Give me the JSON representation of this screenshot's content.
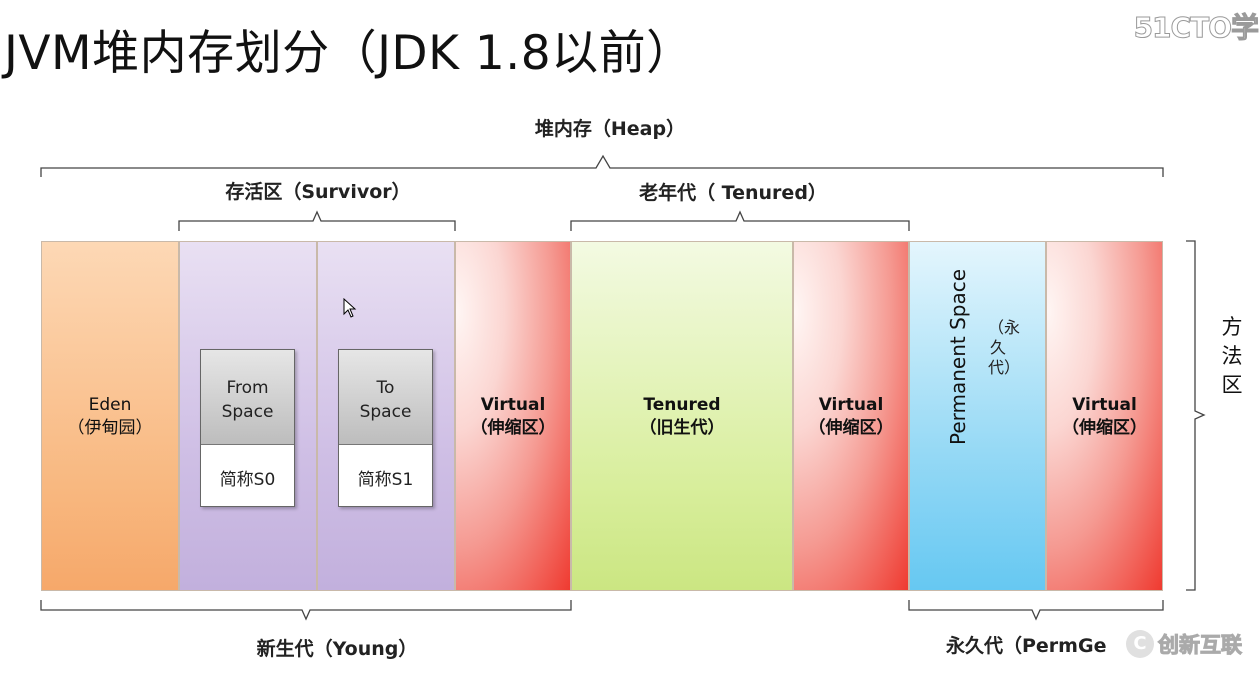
{
  "title": "JVM堆内存划分（JDK 1.8以前）",
  "watermark_top": "51CTO学",
  "labels": {
    "heap": "堆内存（Heap）",
    "survivor": "存活区（Survivor）",
    "old_gen": "老年代（ Tenured）",
    "young": "新生代（Young）",
    "permgen": "永久代（PermGe",
    "method_area": "方法区"
  },
  "columns": {
    "eden": {
      "line1": "Eden",
      "line2": "（伊甸园）"
    },
    "from": {
      "top1": "From",
      "top2": "Space",
      "bottom": "简称S0"
    },
    "to": {
      "top1": "To",
      "top2": "Space",
      "bottom": "简称S1"
    },
    "virtual1": {
      "line1": "Virtual",
      "line2": "（伸缩区）"
    },
    "tenured": {
      "line1": "Tenured",
      "line2": "（旧生代）"
    },
    "virtual2": {
      "line1": "Virtual",
      "line2": "（伸缩区）"
    },
    "perm": {
      "label": "Permanent Space",
      "sub": "（永久代）"
    },
    "virtual3": {
      "line1": "Virtual",
      "line2": "（伸缩区）"
    }
  },
  "watermark_bottom": "创新互联",
  "colors": {
    "eden": "#f8b880",
    "survivor": "#cfbfe5",
    "virtual": "#ef3a30",
    "tenured": "#d8ee9c",
    "permanent": "#96d9f5"
  }
}
